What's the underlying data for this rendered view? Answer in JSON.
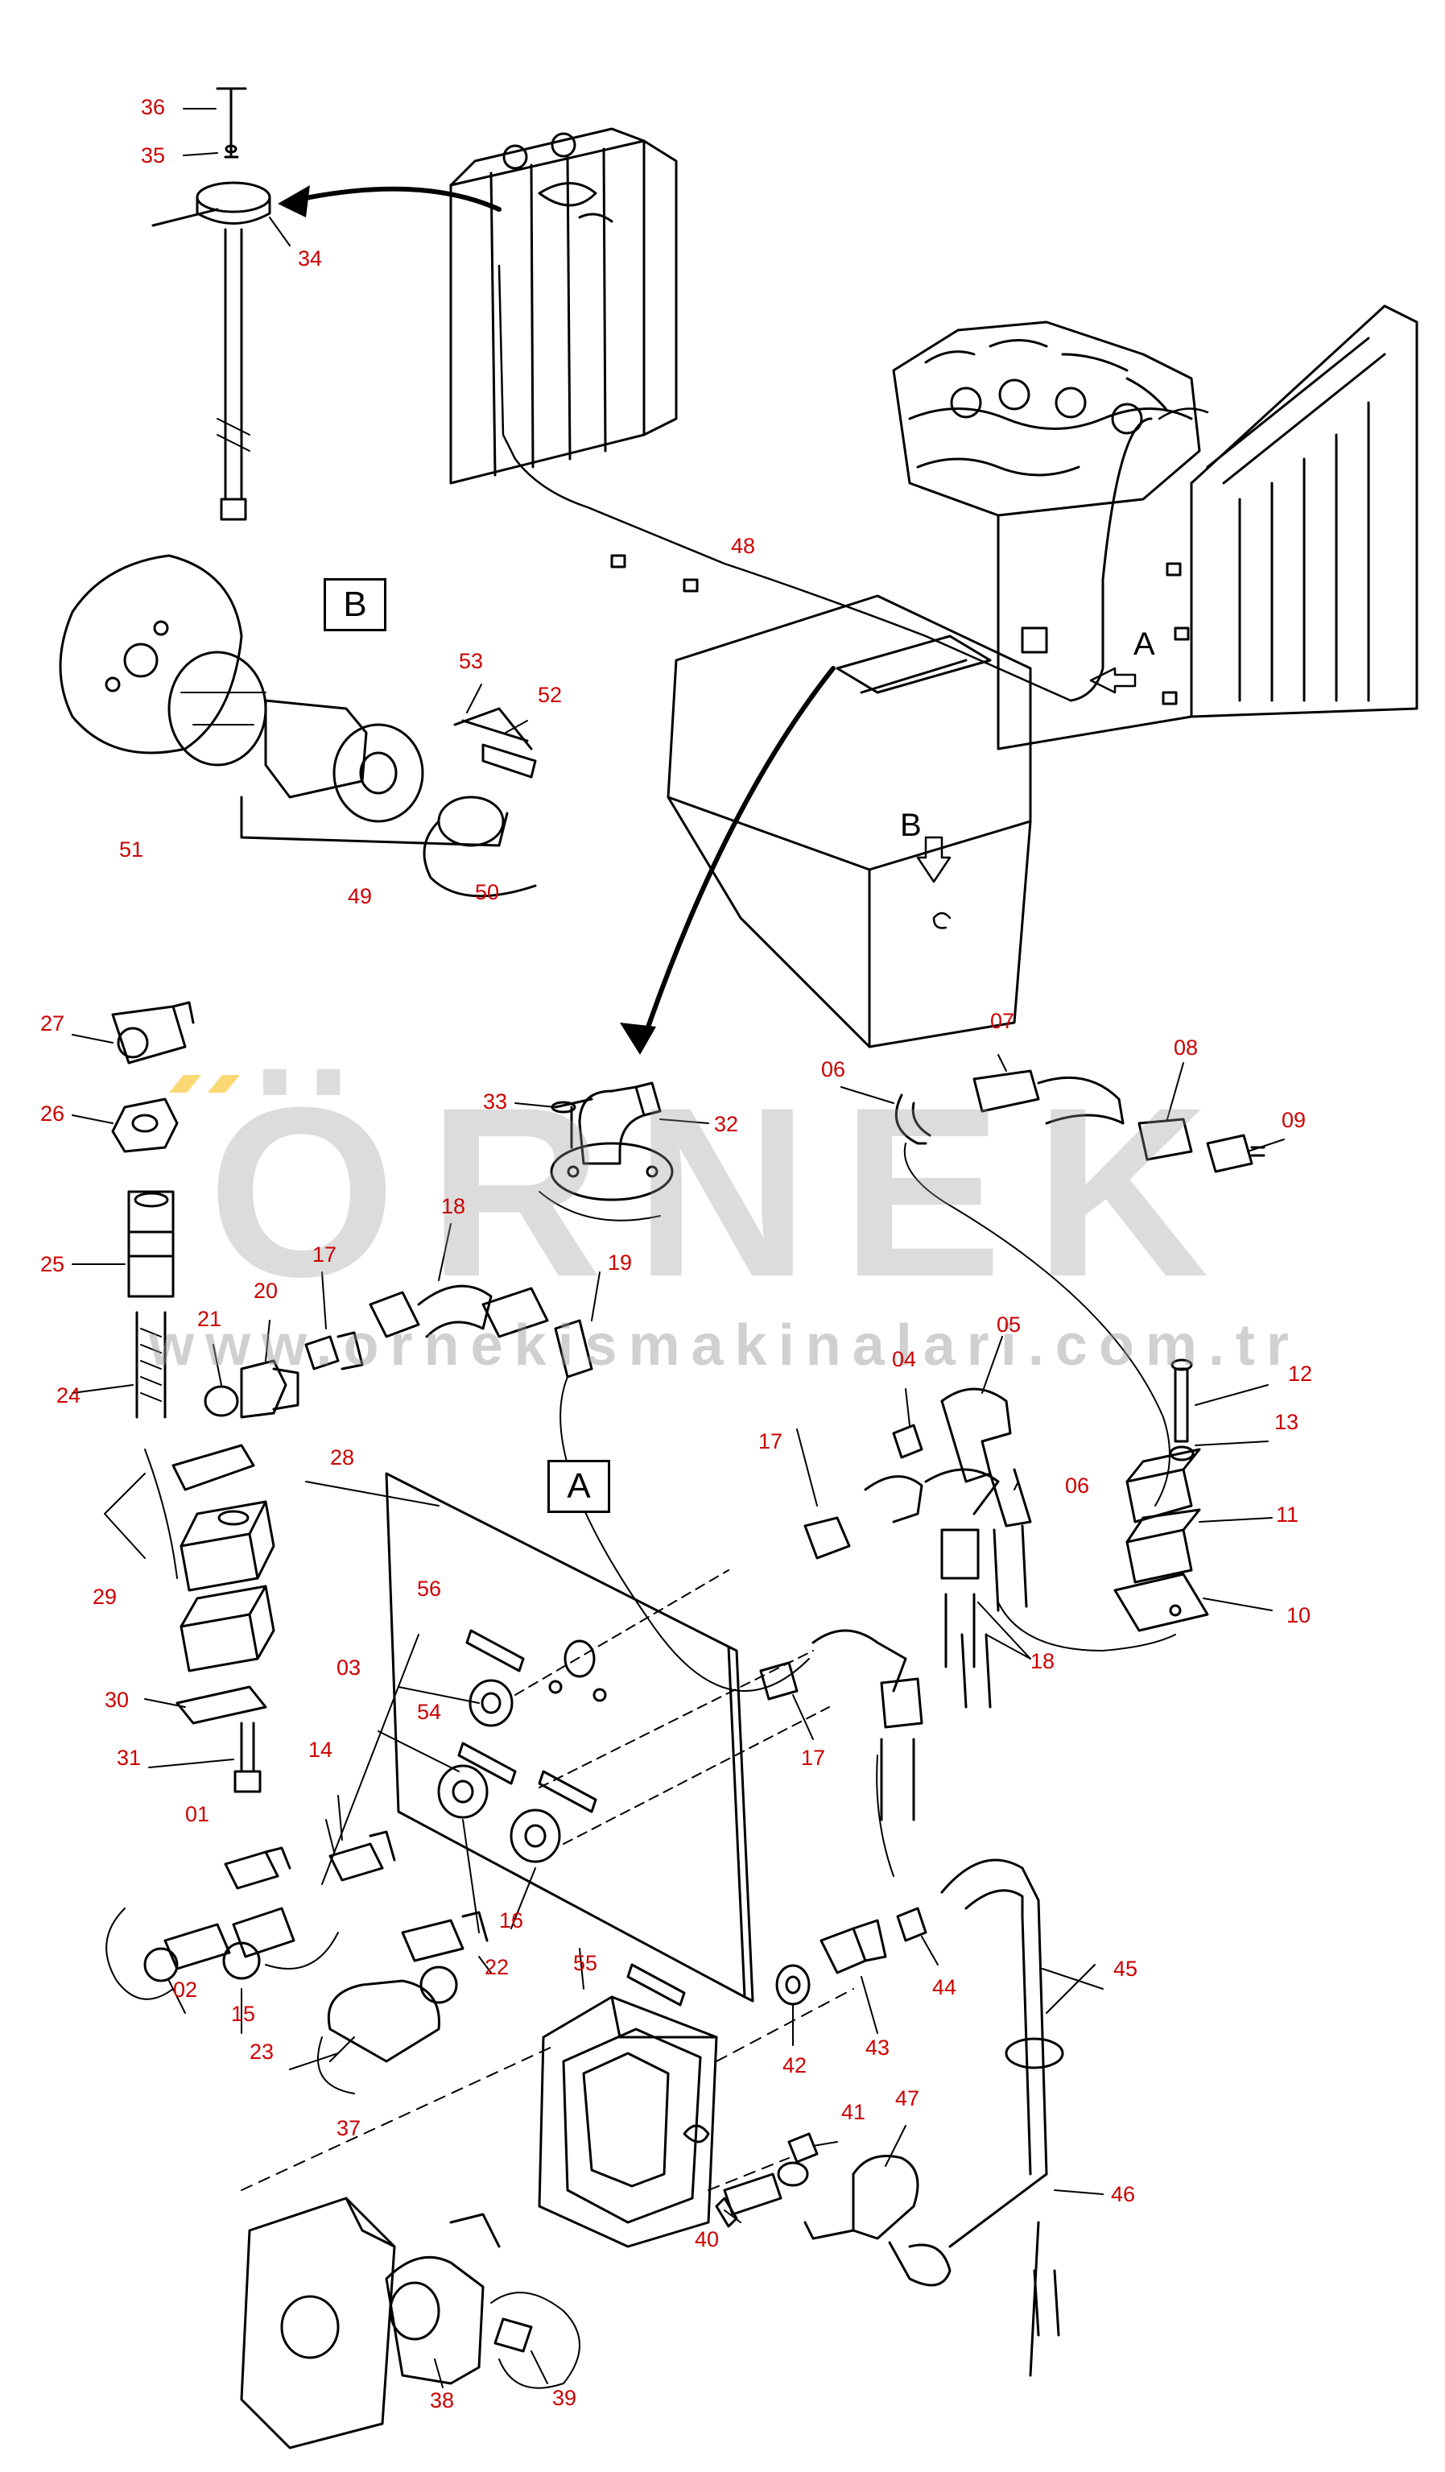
{
  "diagram": {
    "view_labels": {
      "a": "A",
      "b": "B"
    },
    "watermark": {
      "brand": "ÖRNEK",
      "url": "www.ornekismakinalari.com.tr",
      "accent_color": "#f5b800"
    },
    "label_color": "#cc0000",
    "callouts": {
      "p01": "01",
      "p02": "02",
      "p03": "03",
      "p04": "04",
      "p05": "05",
      "p06a": "06",
      "p06b": "06",
      "p07": "07",
      "p08": "08",
      "p09": "09",
      "p10": "10",
      "p11": "11",
      "p12": "12",
      "p13": "13",
      "p14": "14",
      "p15": "15",
      "p16": "16",
      "p17a": "17",
      "p17b": "17",
      "p17c": "17",
      "p18a": "18",
      "p18b": "18",
      "p19": "19",
      "p20": "20",
      "p21": "21",
      "p22": "22",
      "p23": "23",
      "p24": "24",
      "p25": "25",
      "p26": "26",
      "p27": "27",
      "p28": "28",
      "p29": "29",
      "p30": "30",
      "p31": "31",
      "p32": "32",
      "p33": "33",
      "p34": "34",
      "p35": "35",
      "p36": "36",
      "p37": "37",
      "p38": "38",
      "p39": "39",
      "p40": "40",
      "p41": "41",
      "p42": "42",
      "p43": "43",
      "p44": "44",
      "p45": "45",
      "p46": "46",
      "p47": "47",
      "p48": "48",
      "p49": "49",
      "p50": "50",
      "p51": "51",
      "p52": "52",
      "p53": "53",
      "p54": "54",
      "p55": "55",
      "p56": "56"
    }
  }
}
